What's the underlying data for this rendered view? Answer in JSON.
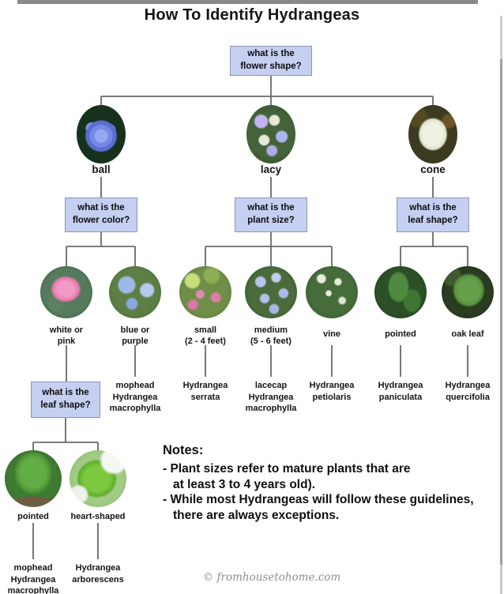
{
  "title": "How To Identify Hydrangeas",
  "questions": {
    "flower_shape": "what is the\nflower shape?",
    "flower_color": "what is the\nflower color?",
    "plant_size": "what is the\nplant size?",
    "leaf_shape_cone": "what is the\nleaf shape?",
    "leaf_shape_pink": "what is the\nleaf shape?"
  },
  "shape_options": {
    "ball": "ball",
    "lacy": "lacy",
    "cone": "cone"
  },
  "color_options": {
    "white_pink": "white or\npink",
    "blue_purple": "blue or\npurple"
  },
  "size_options": {
    "small": "small\n(2 - 4 feet)",
    "medium": "medium\n(5 - 6 feet)",
    "vine": "vine"
  },
  "leaf_options_cone": {
    "pointed": "pointed",
    "oak_leaf": "oak leaf"
  },
  "leaf_options_pink": {
    "pointed": "pointed",
    "heart_shaped": "heart-shaped"
  },
  "results": {
    "mophead_macrophylla": "mophead\nHydrangea\nmacrophylla",
    "serrata": "Hydrangea\nserrata",
    "lacecap_macrophylla": "lacecap\nHydrangea\nmacrophylla",
    "petiolaris": "Hydrangea\npetiolaris",
    "paniculata": "Hydrangea\npaniculata",
    "quercifolia": "Hydrangea\nquercifolia",
    "mophead_macrophylla_2": "mophead\nHydrangea\nmacrophylla",
    "arborescens": "Hydrangea\narborescens"
  },
  "notes": {
    "heading": "Notes:",
    "lines": [
      "- Plant sizes refer to mature plants that are",
      "at least 3 to 4 years old).",
      "- While most Hydrangeas will follow these guidelines,",
      "there are always exceptions."
    ]
  },
  "watermark": "© fromhousetohome.com",
  "colors": {
    "question_box_bg": "#c5cff2",
    "question_box_border": "#9097ac",
    "connector": "#6a6a6a"
  }
}
